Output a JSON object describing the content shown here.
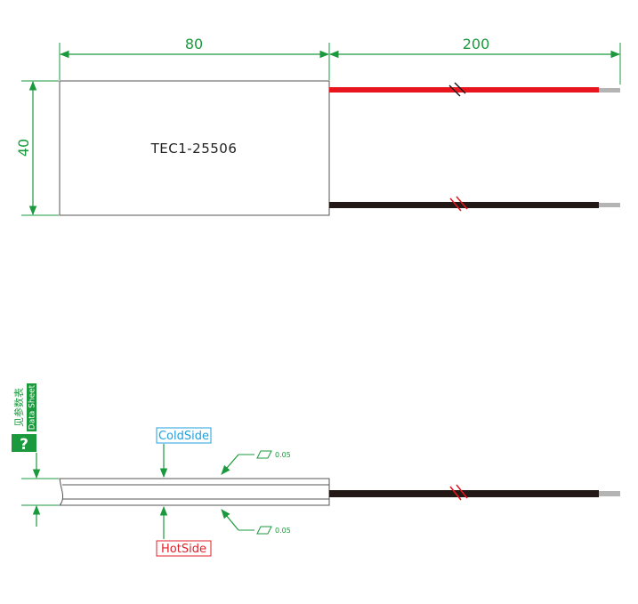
{
  "top_view": {
    "width_label": "80",
    "lead_length_label": "200",
    "height_label": "40",
    "model": "TEC1-25506"
  },
  "side_view": {
    "cold_side_label": "ColdSide",
    "hot_side_label": "HotSide",
    "flatness_top": "0.05",
    "flatness_bottom": "0.05"
  },
  "datasheet_badge": {
    "question": "?",
    "chinese_text": "见参数表",
    "english_text": "Data Sheet"
  },
  "colors": {
    "dimension": "#1a9a3c",
    "red_wire": "#e8141e",
    "black_wire": "#231815",
    "lead_tip": "#b4b4b4",
    "cold": "#1fa0dc",
    "hot": "#e0202a"
  },
  "icons": [
    "arrow-icon",
    "flatness-symbol-icon",
    "question-icon",
    "break-mark-icon"
  ]
}
